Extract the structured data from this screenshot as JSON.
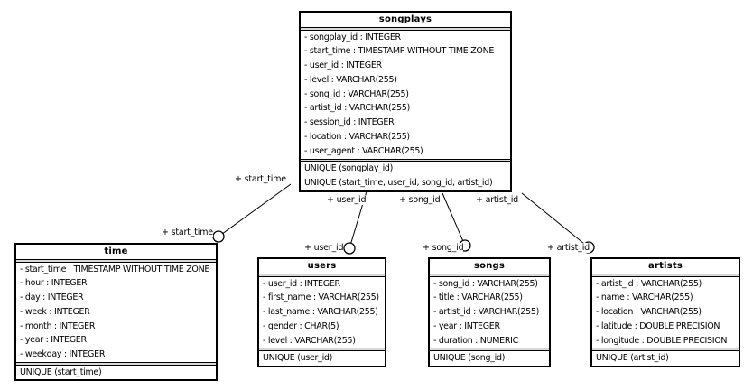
{
  "diagram": {
    "tables": [
      {
        "name": "songplays",
        "columns": [
          {
            "name": "songplay_id",
            "type": "INTEGER"
          },
          {
            "name": "start_time",
            "type": "TIMESTAMP WITHOUT TIME ZONE"
          },
          {
            "name": "user_id",
            "type": "INTEGER"
          },
          {
            "name": "level",
            "type": "VARCHAR(255)"
          },
          {
            "name": "song_id",
            "type": "VARCHAR(255)"
          },
          {
            "name": "artist_id",
            "type": "VARCHAR(255)"
          },
          {
            "name": "session_id",
            "type": "INTEGER"
          },
          {
            "name": "location",
            "type": "VARCHAR(255)"
          },
          {
            "name": "user_agent",
            "type": "VARCHAR(255)"
          }
        ],
        "constraints": [
          "UNIQUE (songplay_id)",
          "UNIQUE (start_time, user_id, song_id, artist_id)"
        ]
      },
      {
        "name": "time",
        "columns": [
          {
            "name": "start_time",
            "type": "TIMESTAMP WITHOUT TIME ZONE"
          },
          {
            "name": "hour",
            "type": "INTEGER"
          },
          {
            "name": "day",
            "type": "INTEGER"
          },
          {
            "name": "week",
            "type": "INTEGER"
          },
          {
            "name": "month",
            "type": "INTEGER"
          },
          {
            "name": "year",
            "type": "INTEGER"
          },
          {
            "name": "weekday",
            "type": "INTEGER"
          }
        ],
        "constraints": [
          "UNIQUE (start_time)"
        ]
      },
      {
        "name": "users",
        "columns": [
          {
            "name": "user_id",
            "type": "INTEGER"
          },
          {
            "name": "first_name",
            "type": "VARCHAR(255)"
          },
          {
            "name": "last_name",
            "type": "VARCHAR(255)"
          },
          {
            "name": "gender",
            "type": "CHAR(5)"
          },
          {
            "name": "level",
            "type": "VARCHAR(255)"
          }
        ],
        "constraints": [
          "UNIQUE (user_id)"
        ]
      },
      {
        "name": "songs",
        "columns": [
          {
            "name": "song_id",
            "type": "VARCHAR(255)"
          },
          {
            "name": "title",
            "type": "VARCHAR(255)"
          },
          {
            "name": "artist_id",
            "type": "VARCHAR(255)"
          },
          {
            "name": "year",
            "type": "INTEGER"
          },
          {
            "name": "duration",
            "type": "NUMERIC"
          }
        ],
        "constraints": [
          "UNIQUE (song_id)"
        ]
      },
      {
        "name": "artists",
        "columns": [
          {
            "name": "artist_id",
            "type": "VARCHAR(255)"
          },
          {
            "name": "name",
            "type": "VARCHAR(255)"
          },
          {
            "name": "location",
            "type": "VARCHAR(255)"
          },
          {
            "name": "latitude",
            "type": "DOUBLE PRECISION"
          },
          {
            "name": "longitude",
            "type": "DOUBLE PRECISION"
          }
        ],
        "constraints": [
          "UNIQUE (artist_id)"
        ]
      }
    ],
    "relationships": [
      {
        "from_table": "songplays",
        "to_table": "time",
        "column": "start_time",
        "source_label": "+ start_time",
        "target_label": "+ start_time"
      },
      {
        "from_table": "songplays",
        "to_table": "users",
        "column": "user_id",
        "source_label": "+ user_id",
        "target_label": "+ user_id"
      },
      {
        "from_table": "songplays",
        "to_table": "songs",
        "column": "song_id",
        "source_label": "+ song_id",
        "target_label": "+ song_id"
      },
      {
        "from_table": "songplays",
        "to_table": "artists",
        "column": "artist_id",
        "source_label": "+ artist_id",
        "target_label": "+ artist_id"
      }
    ],
    "colors": {
      "line": "#000000",
      "border": "#000000",
      "background": "#ffffff",
      "separator_fill": "#d9d9d9"
    }
  }
}
